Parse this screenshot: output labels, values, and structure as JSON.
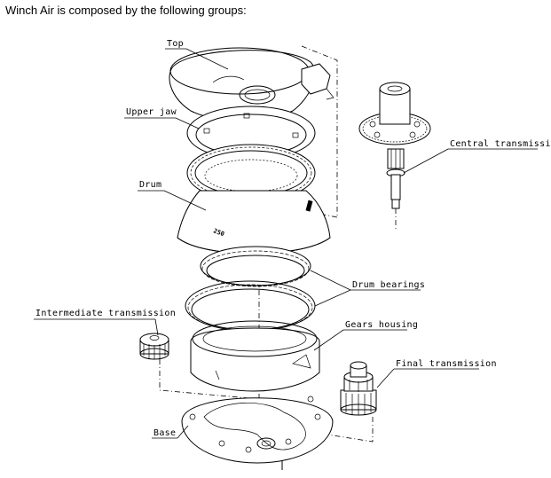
{
  "heading": "Winch Air is composed by the following groups:",
  "labels": {
    "top": "Top",
    "upper_jaw": "Upper jaw",
    "drum": "Drum",
    "central_transmission": "Central transmission",
    "drum_bearings": "Drum bearings",
    "intermediate_transmission": "Intermediate transmission",
    "gears_housing": "Gears housing",
    "final_transmission": "Final transmission",
    "base": "Base"
  },
  "drum_marking": "250"
}
